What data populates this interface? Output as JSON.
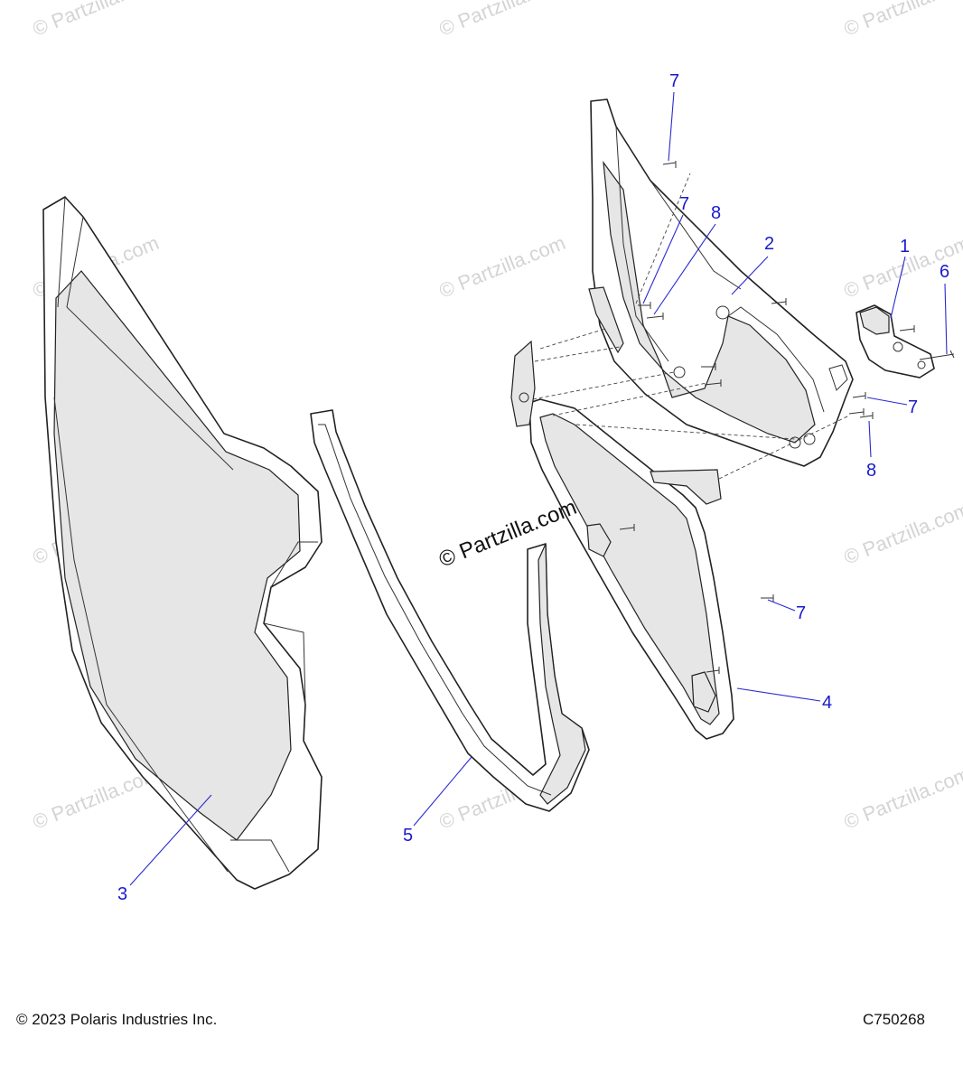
{
  "watermark": {
    "text": "© Partzilla.com",
    "color": "#d4d4d4"
  },
  "callouts": {
    "c1": "1",
    "c2": "2",
    "c3": "3",
    "c4": "4",
    "c5": "5",
    "c6": "6",
    "c7": "7",
    "c8": "8",
    "callout_color": "#1a1acc"
  },
  "footer": {
    "copyright": "© 2023 Polaris Industries Inc.",
    "reference": "C750268"
  }
}
